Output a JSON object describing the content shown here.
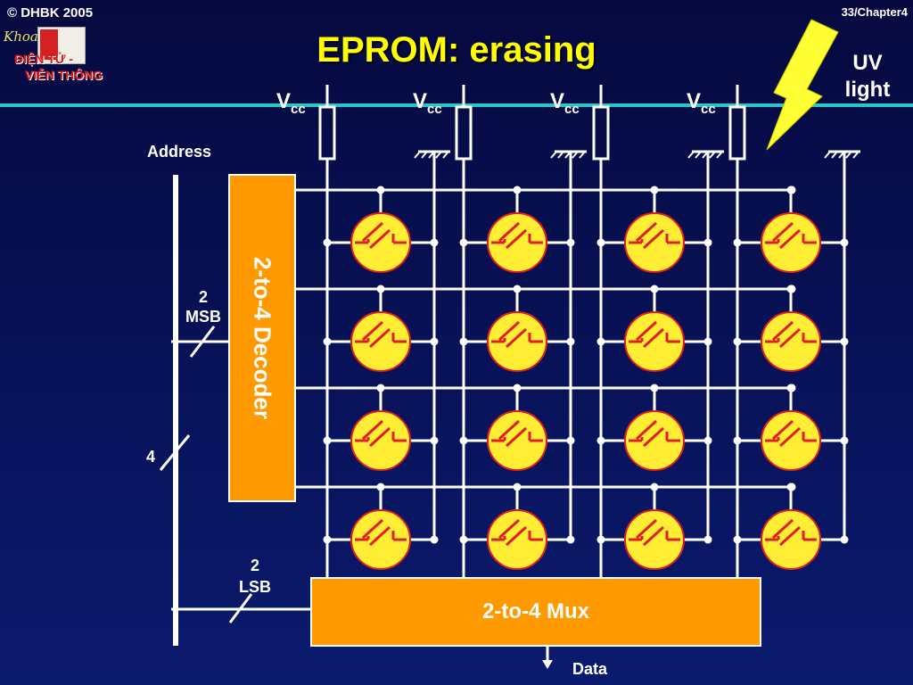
{
  "header": {
    "copyright": "© DHBK 2005",
    "page_number": "33/Chapter4",
    "title": "EPROM: erasing"
  },
  "logo": {
    "script_text": "Khoa",
    "line1": "ĐIỆN TỬ -",
    "line2": "VIỄN THÔNG"
  },
  "uv": {
    "line1": "UV",
    "line2": "light"
  },
  "vcc": {
    "main": "V",
    "sub": "cc"
  },
  "labels": {
    "address": "Address",
    "msb": [
      "2",
      "MSB"
    ],
    "lsb": [
      "2",
      "LSB"
    ],
    "bus_width": "4",
    "data": "Data"
  },
  "decoder": {
    "label": "2-to-4 Decoder"
  },
  "mux": {
    "label": "2-to-4 Mux"
  },
  "colors": {
    "background_top": "#06093f",
    "background_bottom": "#0a1a6e",
    "accent_line": "#29c6c6",
    "title": "#ffff00",
    "block_fill": "#ff9900",
    "cell_fill": "#ffee33",
    "cell_outline": "#e02020",
    "lightning": "#ffff33"
  },
  "matrix": {
    "rows": 4,
    "cols": 4
  }
}
